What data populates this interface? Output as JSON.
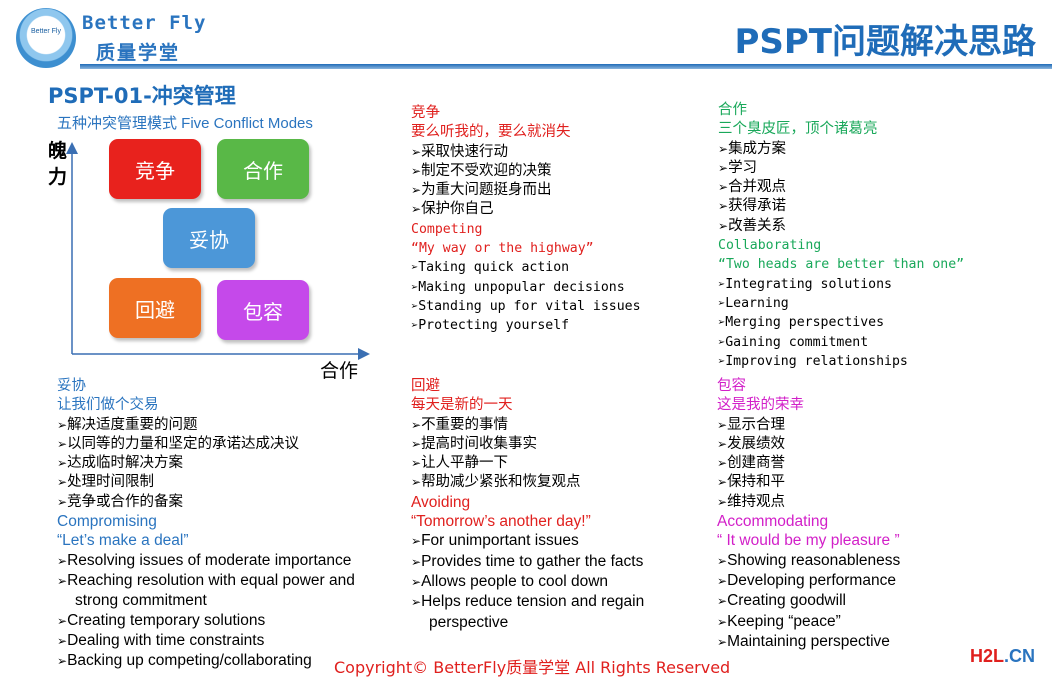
{
  "header": {
    "logo_text": "Better Fly",
    "brand_en": "Better Fly",
    "brand_cn": "质量学堂",
    "title": "PSPT问题解决思路"
  },
  "section": {
    "title": "PSPT-01-冲突管理",
    "modes_caption": "五种冲突管理模式 Five Conflict Modes"
  },
  "diagram": {
    "y_axis": "魄力",
    "x_axis": "合作",
    "boxes": {
      "compete": "竞争",
      "collaborate": "合作",
      "compromise": "妥协",
      "avoid": "回避",
      "accommodate": "包容"
    },
    "colors": {
      "compete": "#e8221d",
      "collaborate": "#59b847",
      "compromise": "#4c97d8",
      "avoid": "#ee7023",
      "accommodate": "#c549ea"
    }
  },
  "competing": {
    "cn_title": "竞争",
    "cn_motto": "要么听我的，要么就消失",
    "cn_items": [
      "采取快速行动",
      "制定不受欢迎的决策",
      "为重大问题挺身而出",
      "保护你自己"
    ],
    "en_title": "Competing",
    "en_motto": "“My way or the highway”",
    "en_items": [
      "Taking quick action",
      "Making unpopular decisions",
      "Standing up for vital issues",
      "Protecting yourself"
    ]
  },
  "collaborating": {
    "cn_title": "合作",
    "cn_motto": "三个臭皮匠，顶个诸葛亮",
    "cn_items": [
      "集成方案",
      "学习",
      "合并观点",
      "获得承诺",
      "改善关系"
    ],
    "en_title": "Collaborating",
    "en_motto": "“Two heads are better than one”",
    "en_items": [
      "Integrating solutions",
      "Learning",
      "Merging perspectives",
      "Gaining commitment",
      "Improving relationships"
    ]
  },
  "compromising": {
    "cn_title": "妥协",
    "cn_motto": "让我们做个交易",
    "cn_items": [
      "解决适度重要的问题",
      "以同等的力量和坚定的承诺达成决议",
      "达成临时解决方案",
      "处理时间限制",
      "竞争或合作的备案"
    ],
    "en_title": "Compromising",
    "en_motto": "“Let’s make a deal”",
    "en_items": [
      "Resolving issues of moderate importance",
      "Reaching resolution with equal power and strong commitment",
      "Creating temporary solutions",
      "Dealing with time constraints",
      "Backing up competing/collaborating"
    ]
  },
  "avoiding": {
    "cn_title": "回避",
    "cn_motto": "每天是新的一天",
    "cn_items": [
      "不重要的事情",
      "提高时间收集事实",
      "让人平静一下",
      "帮助减少紧张和恢复观点"
    ],
    "en_title": "Avoiding",
    "en_motto": "“Tomorrow’s another day!”",
    "en_items": [
      "For unimportant issues",
      "Provides time to gather the facts",
      "Allows people to cool down",
      "Helps reduce tension and regain perspective"
    ]
  },
  "accommodating": {
    "cn_title": "包容",
    "cn_motto": "这是我的荣幸",
    "cn_items": [
      "显示合理",
      "发展绩效",
      "创建商誉",
      "保持和平",
      "维持观点"
    ],
    "en_title": "Accommodating",
    "en_motto": "“ It would be my pleasure ”",
    "en_items": [
      "Showing reasonableness",
      "Developing performance",
      "Creating goodwill",
      "Keeping “peace”",
      "Maintaining perspective"
    ]
  },
  "footer": {
    "copyright": "Copyright© BetterFly质量学堂   All Rights Reserved",
    "watermark": "H2L.CN"
  }
}
